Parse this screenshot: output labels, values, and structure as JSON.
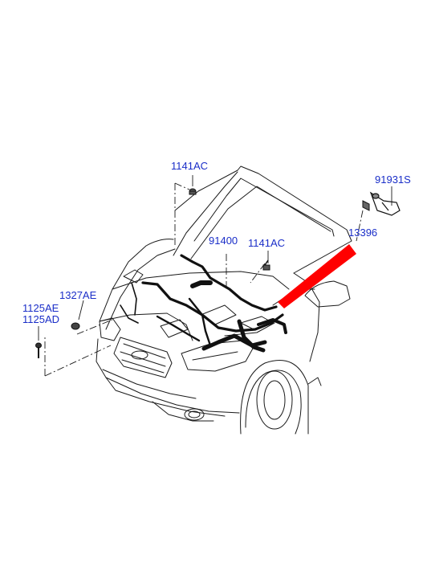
{
  "diagram": {
    "part_labels": {
      "p1141ac_top": "1141AC",
      "p91931s": "91931S",
      "p91400": "91400",
      "p1141ac_mid": "1141AC",
      "p13396": "13396",
      "p1327ae": "1327AE",
      "p1125ae": "1125AE",
      "p1125ad": "1125AD"
    },
    "colors": {
      "label_text": "#1a2ec8",
      "line_art": "#1a1a1a",
      "highlight_arrow": "#ff0000",
      "background": "#ffffff"
    }
  }
}
